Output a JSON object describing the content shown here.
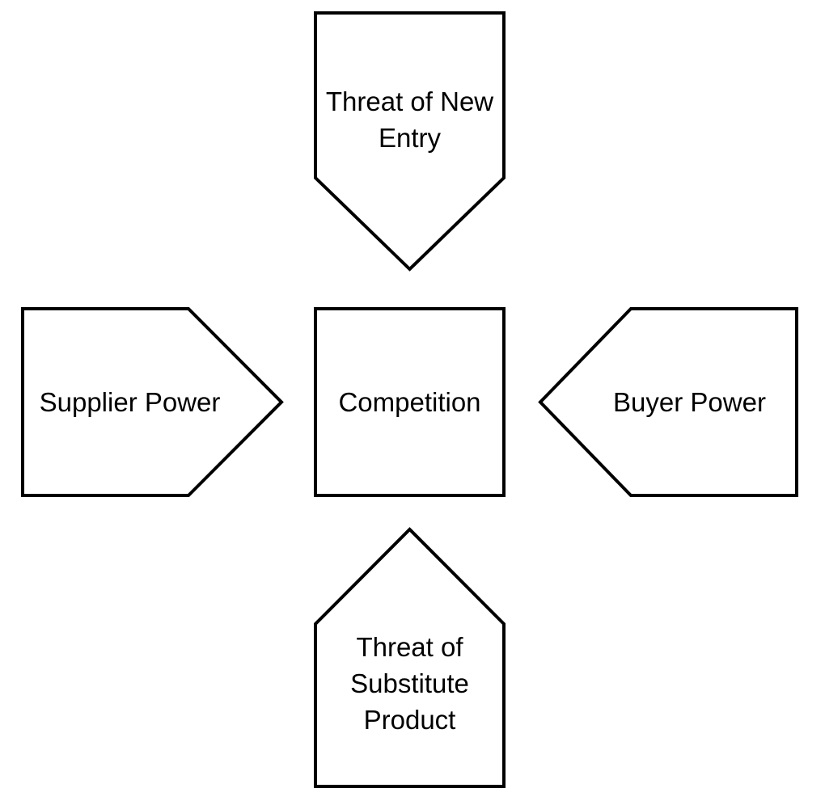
{
  "diagram": {
    "type": "five-forces",
    "nodes": [
      {
        "id": "threat-of-new-entry",
        "label": "Threat of New\nEntry",
        "shape": "pentagon-pointing-down",
        "position": "top"
      },
      {
        "id": "supplier-power",
        "label": "Supplier Power",
        "shape": "pentagon-pointing-right",
        "position": "left"
      },
      {
        "id": "competition",
        "label": "Competition",
        "shape": "square",
        "position": "center"
      },
      {
        "id": "buyer-power",
        "label": "Buyer Power",
        "shape": "pentagon-pointing-left",
        "position": "right"
      },
      {
        "id": "threat-of-substitute-product",
        "label": "Threat of\nSubstitute\nProduct",
        "shape": "pentagon-pointing-up",
        "position": "bottom"
      }
    ],
    "colors": {
      "shape_fill": "#ffffff",
      "shape_stroke": "#000000",
      "text": "#000000",
      "background": "#ffffff"
    }
  }
}
